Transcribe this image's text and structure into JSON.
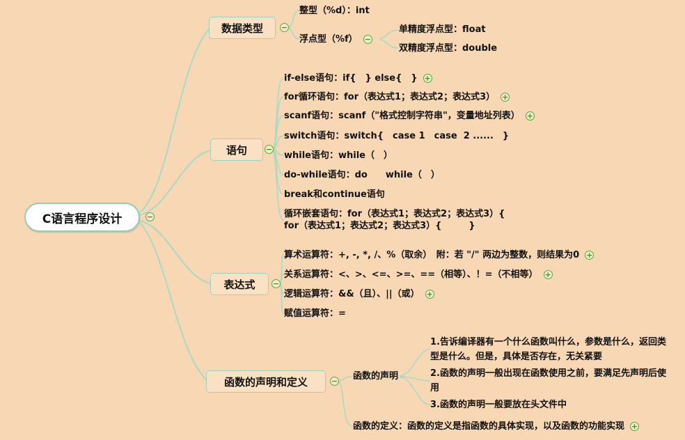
{
  "meta": {
    "title": "C语言程序设计"
  },
  "colors": {
    "background": "#F8D8B4",
    "line": "#A9D9C5",
    "node_border": "#9FD2BD",
    "root_background": "#FFFFFF",
    "icon_green": "#4DAE32",
    "text": "#111111"
  },
  "icons": {
    "collapse": "−",
    "expand": "+"
  },
  "root": {
    "label": "C语言程序设计"
  },
  "datatype": {
    "label": "数据类型",
    "int": "整型（%d）：int",
    "float": "浮点型（%f）",
    "float_single": "单精度浮点型：float",
    "float_double": "双精度浮点型：double"
  },
  "statements": {
    "label": "语句",
    "items": [
      {
        "text": "if-else语句：if{　} else{　}",
        "expand": true
      },
      {
        "text": "for循环语句：for（表达式1；表达式2；表达式3）",
        "expand": true
      },
      {
        "text": "scanf语句：scanf（\"格式控制字符串\"，变量地址列表）",
        "expand": true
      },
      {
        "text": "switch语句：switch{　case 1　case  2 ......　}",
        "expand": false
      },
      {
        "text": "while语句：while（　）",
        "expand": false
      },
      {
        "text": "do-while语句：do　　while（　）",
        "expand": false
      },
      {
        "text": "break和continue语句",
        "expand": false
      },
      {
        "text": "循环嵌套语句：for（表达式1；表达式2；表达式3）{\nfor（表达式1；表达式2；表达式3）{　　　}",
        "expand": false
      }
    ]
  },
  "expressions": {
    "label": "表达式",
    "items": [
      {
        "text": "算术运算符：+, -, *, /、%（取余）　附：若 \"/\" 两边为整数，则结果为0",
        "expand": true
      },
      {
        "text": "关系运算符：<、>、<=、>=、==（相等）、！=（不相等）",
        "expand": true
      },
      {
        "text": "逻辑运算符：&&（且）、||（或）",
        "expand": true
      },
      {
        "text": "赋值运算符：=",
        "expand": false
      }
    ]
  },
  "functions": {
    "label": "函数的声明和定义",
    "declaration": {
      "label": "函数的声明",
      "notes": [
        "1.告诉编译器有一个什么函数叫什么，参数是什么，返回类型是什么。但是，具体是否存在，无关紧要",
        "2.函数的声明一般出现在函数使用之前，要满足先声明后使用",
        "3.函数的声明一般要放在头文件中"
      ]
    },
    "definition": {
      "text": "函数的定义：函数的定义是指函数的具体实现，以及函数的功能实现",
      "expand": true
    }
  }
}
